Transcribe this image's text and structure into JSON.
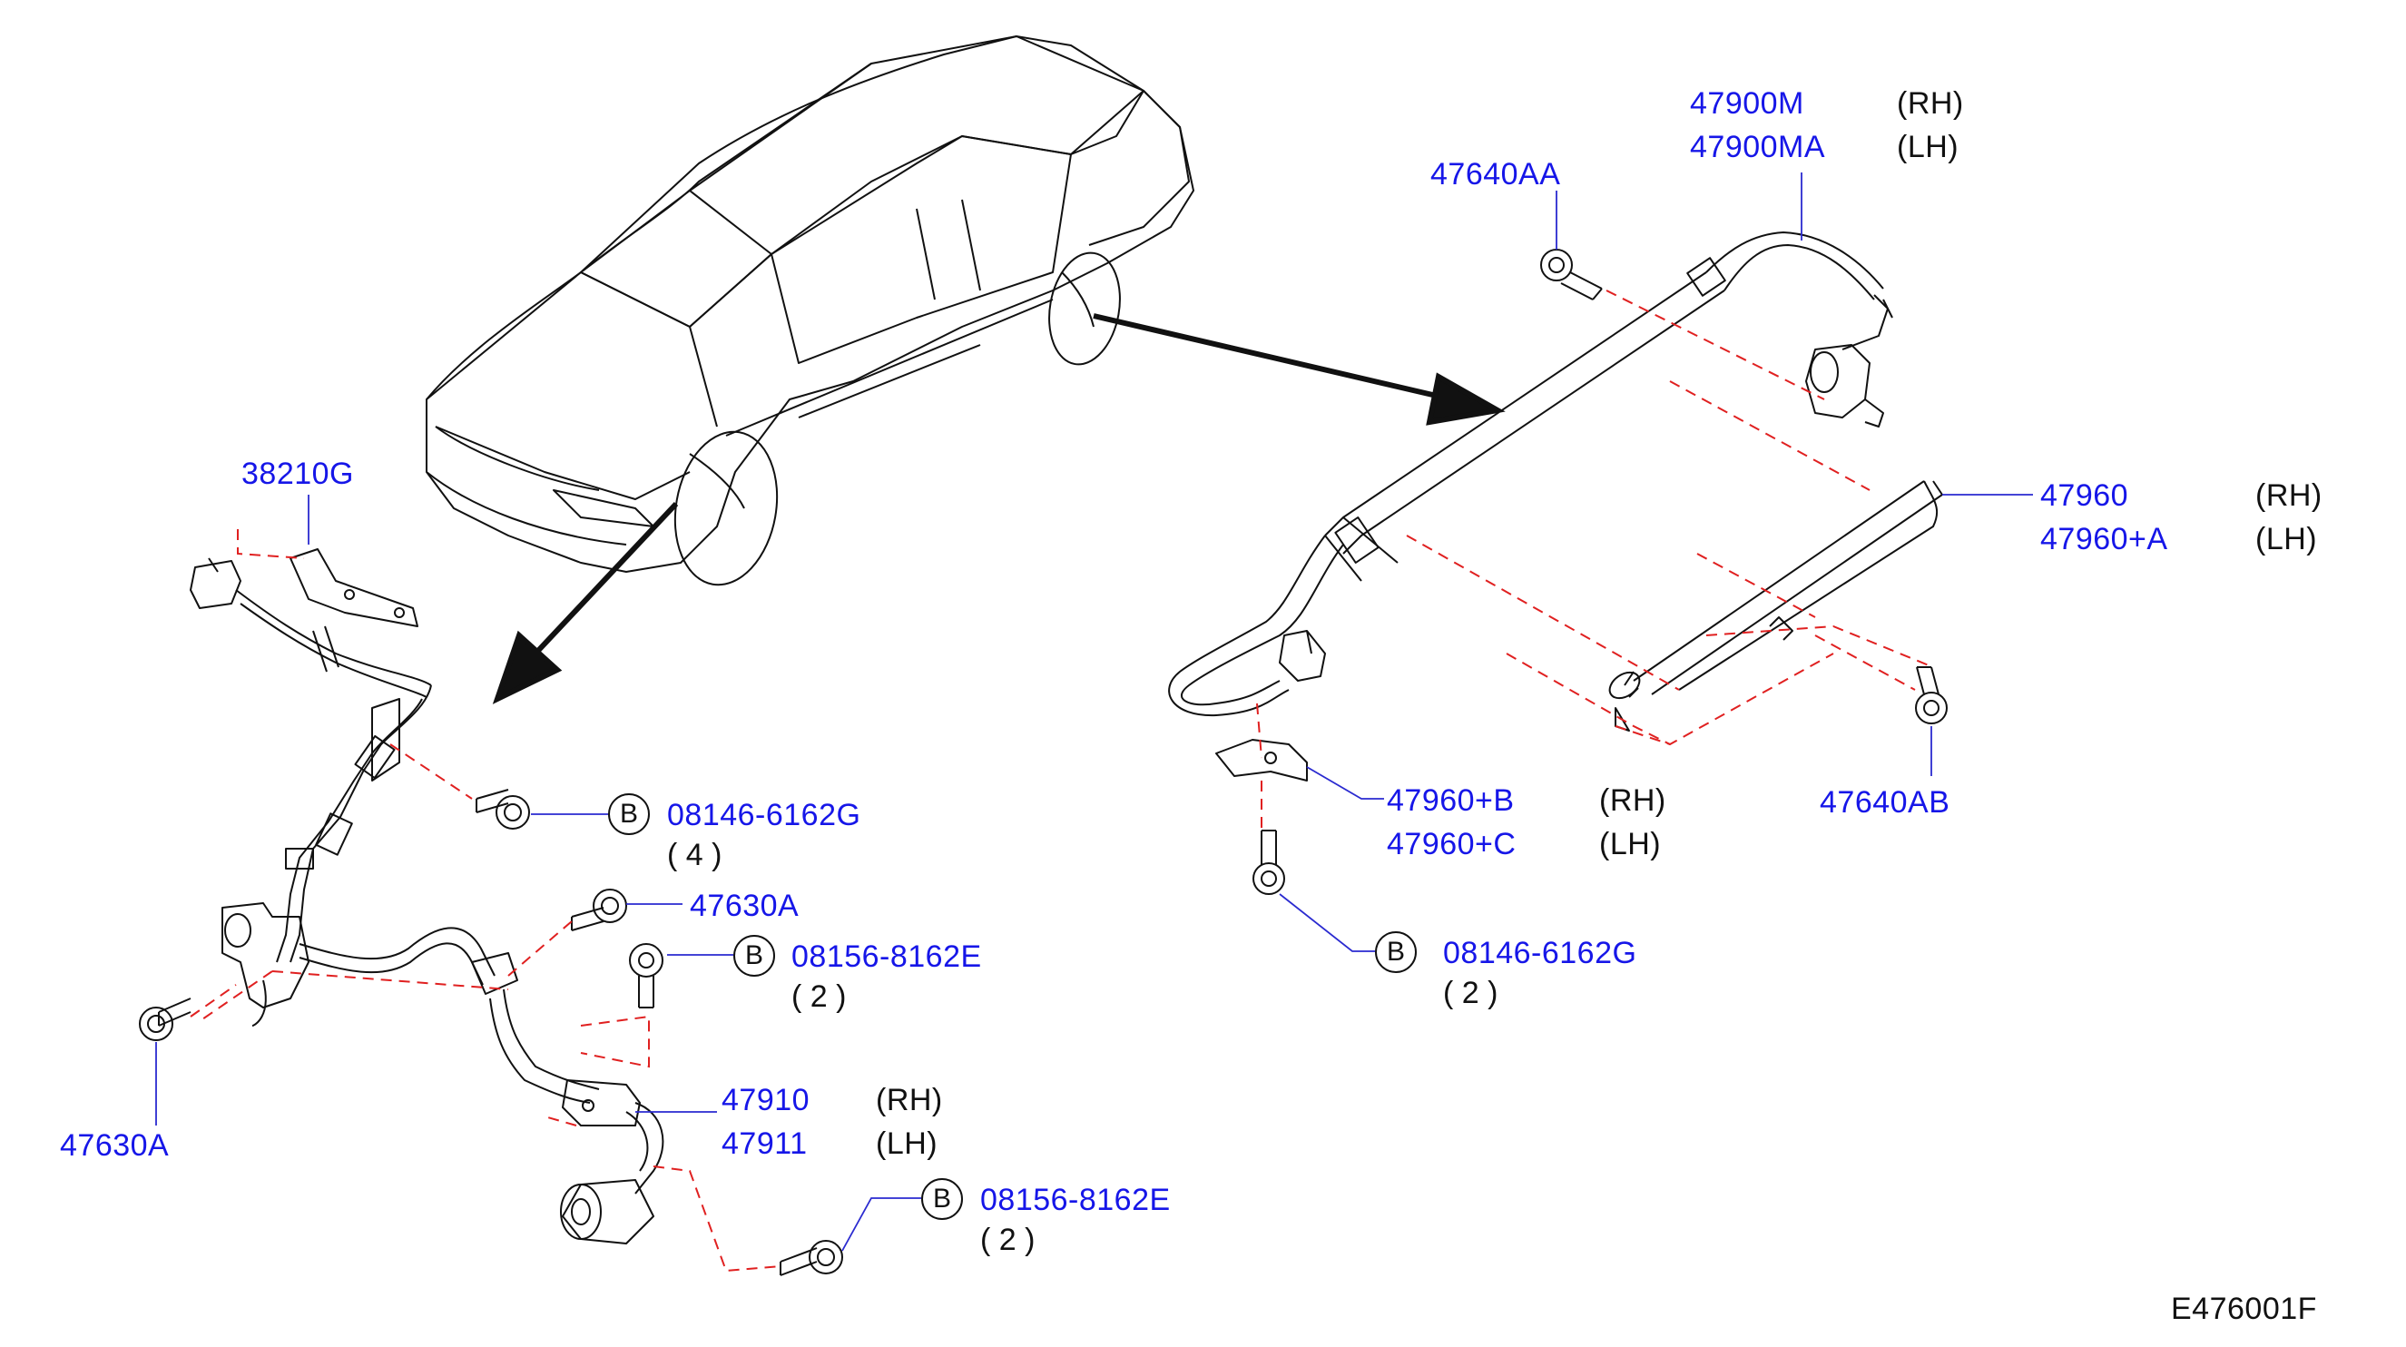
{
  "diagram_code": "E476001F",
  "symbol_letter": "B",
  "parts": {
    "p38210g": "38210G",
    "p47630a_top": "47630A",
    "p47630a_left": "47630A",
    "p47910": "47910",
    "p47911": "47911",
    "p47640aa": "47640AA",
    "p47900m": "47900M",
    "p47900ma": "47900MA",
    "p47960": "47960",
    "p47960a": "47960+A",
    "p47960b": "47960+B",
    "p47960c": "47960+C",
    "p47640ab": "47640AB"
  },
  "bolts": {
    "b1": {
      "code": "08146-6162G",
      "qty": "( 4 )"
    },
    "b2": {
      "code": "08156-8162E",
      "qty": "( 2 )"
    },
    "b3": {
      "code": "08156-8162E",
      "qty": "( 2 )"
    },
    "b4": {
      "code": "08146-6162G",
      "qty": "( 2 )"
    }
  },
  "sides": {
    "rh": "(RH)",
    "lh": "(LH)"
  },
  "colors": {
    "label": "#1616e8",
    "line": "#111111",
    "leader_dash": "#e02020"
  }
}
